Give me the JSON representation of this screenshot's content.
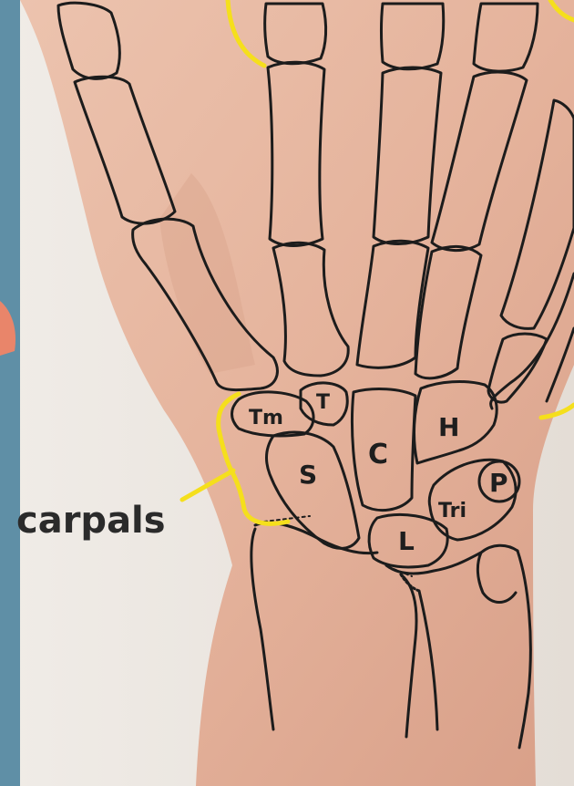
{
  "figure": {
    "group_label": "carpals",
    "bone_labels": {
      "trapezium": "Tm",
      "trapezoid": "T",
      "capitate": "C",
      "hamate": "H",
      "scaphoid": "S",
      "lunate": "L",
      "triquetrum": "Tri",
      "pisiform": "P"
    }
  },
  "colors": {
    "outline": "#1c1c1c",
    "bracket": "#f5df1c",
    "skin": "#e6b6a0",
    "background_left": "#5f8fa6",
    "background_right": "#ece7e1"
  }
}
